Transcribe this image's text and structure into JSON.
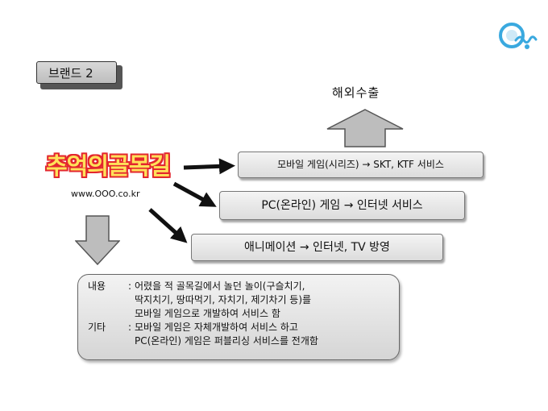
{
  "brand_badge": "브랜드 2",
  "export_label": "해외수출",
  "title": "추억의골목길",
  "url": "www.OOO.co.kr",
  "boxes": {
    "mobile": "모바일 게임(시리즈) → SKT, KTF 서비스",
    "pc": "PC(온라인) 게임 → 인터넷 서비스",
    "animation": "애니메이션 → 인터넷, TV 방영"
  },
  "description": {
    "content_label": "내용",
    "content_lines": [
      "어렸을 적 골목길에서 놀던 놀이(구슬치기,",
      "딱지치기, 땅따먹기, 자치기, 제기차기 등)를",
      "모바일 게임으로 개발하여 서비스 함"
    ],
    "etc_label": "기타",
    "etc_lines": [
      "모바일 게임은 자체개발하여 서비스 하고",
      "PC(온라인) 게임은 퍼블리싱 서비스를 전개함"
    ]
  },
  "colors": {
    "title_fill": "#ffe15a",
    "title_outline": "#e3262e",
    "logo": "#3aa9df",
    "arrow_fill": "#bdbdbd"
  }
}
